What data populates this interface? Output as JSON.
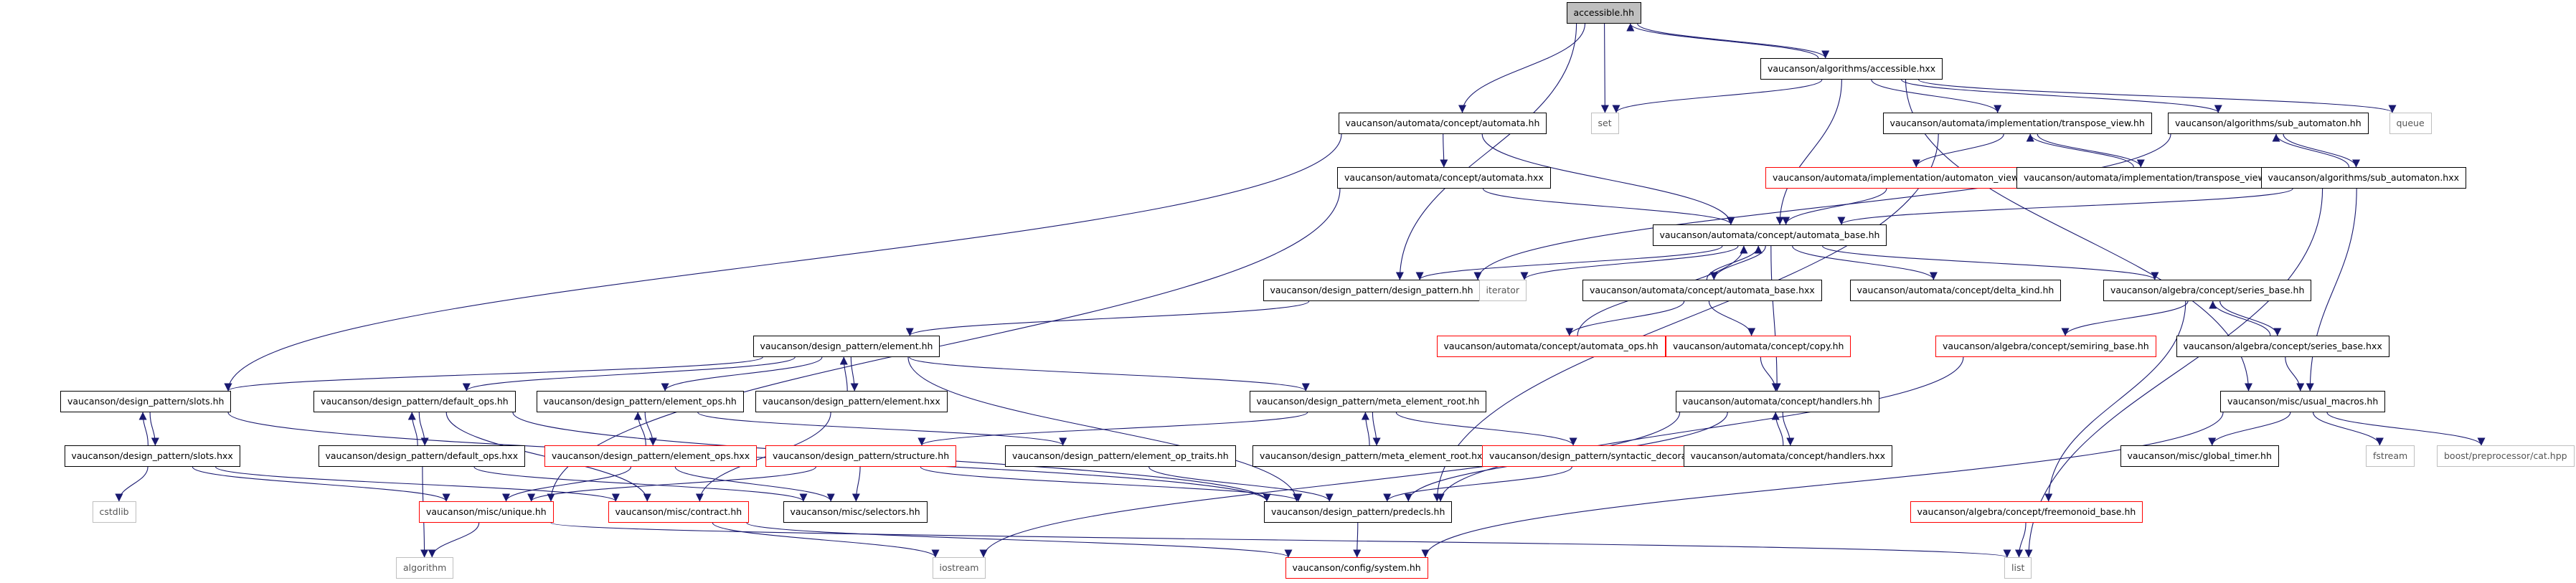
{
  "nodes": [
    {
      "id": "accessible_hh",
      "label": "accessible.hh"
    },
    {
      "id": "alg_accessible_hxx",
      "label": "vaucanson/algorithms/accessible.hxx"
    },
    {
      "id": "concept_automata_hh",
      "label": "vaucanson/automata/concept/automata.hh"
    },
    {
      "id": "set",
      "label": "set"
    },
    {
      "id": "transpose_view_hh",
      "label": "vaucanson/automata/implementation/transpose_view.hh"
    },
    {
      "id": "sub_automaton_hh",
      "label": "vaucanson/algorithms/sub_automaton.hh"
    },
    {
      "id": "queue",
      "label": "queue"
    },
    {
      "id": "concept_automata_hxx",
      "label": "vaucanson/automata/concept/automata.hxx"
    },
    {
      "id": "automaton_view_hh",
      "label": "vaucanson/automata/implementation/automaton_view.hh"
    },
    {
      "id": "transpose_view_hxx",
      "label": "vaucanson/automata/implementation/transpose_view.hxx"
    },
    {
      "id": "sub_automaton_hxx",
      "label": "vaucanson/algorithms/sub_automaton.hxx"
    },
    {
      "id": "automata_base_hh",
      "label": "vaucanson/automata/concept/automata_base.hh"
    },
    {
      "id": "design_pattern_hh",
      "label": "vaucanson/design_pattern/design_pattern.hh"
    },
    {
      "id": "iterator",
      "label": "iterator"
    },
    {
      "id": "automata_base_hxx",
      "label": "vaucanson/automata/concept/automata_base.hxx"
    },
    {
      "id": "delta_kind_hh",
      "label": "vaucanson/automata/concept/delta_kind.hh"
    },
    {
      "id": "series_base_hh",
      "label": "vaucanson/algebra/concept/series_base.hh"
    },
    {
      "id": "element_hh",
      "label": "vaucanson/design_pattern/element.hh"
    },
    {
      "id": "automata_ops_hh",
      "label": "vaucanson/automata/concept/automata_ops.hh"
    },
    {
      "id": "copy_hh",
      "label": "vaucanson/automata/concept/copy.hh"
    },
    {
      "id": "semiring_base_hh",
      "label": "vaucanson/algebra/concept/semiring_base.hh"
    },
    {
      "id": "series_base_hxx",
      "label": "vaucanson/algebra/concept/series_base.hxx"
    },
    {
      "id": "slots_hh",
      "label": "vaucanson/design_pattern/slots.hh"
    },
    {
      "id": "default_ops_hh",
      "label": "vaucanson/design_pattern/default_ops.hh"
    },
    {
      "id": "element_ops_hh",
      "label": "vaucanson/design_pattern/element_ops.hh"
    },
    {
      "id": "element_hxx",
      "label": "vaucanson/design_pattern/element.hxx"
    },
    {
      "id": "meta_element_root_hh",
      "label": "vaucanson/design_pattern/meta_element_root.hh"
    },
    {
      "id": "handlers_hh",
      "label": "vaucanson/automata/concept/handlers.hh"
    },
    {
      "id": "usual_macros_hh",
      "label": "vaucanson/misc/usual_macros.hh"
    },
    {
      "id": "slots_hxx",
      "label": "vaucanson/design_pattern/slots.hxx"
    },
    {
      "id": "default_ops_hxx",
      "label": "vaucanson/design_pattern/default_ops.hxx"
    },
    {
      "id": "element_ops_hxx",
      "label": "vaucanson/design_pattern/element_ops.hxx"
    },
    {
      "id": "structure_hh",
      "label": "vaucanson/design_pattern/structure.hh"
    },
    {
      "id": "element_op_traits_hh",
      "label": "vaucanson/design_pattern/element_op_traits.hh"
    },
    {
      "id": "meta_element_root_hxx",
      "label": "vaucanson/design_pattern/meta_element_root.hxx"
    },
    {
      "id": "syntactic_decorator_hh",
      "label": "vaucanson/design_pattern/syntactic_decorator.hh"
    },
    {
      "id": "handlers_hxx",
      "label": "vaucanson/automata/concept/handlers.hxx"
    },
    {
      "id": "global_timer_hh",
      "label": "vaucanson/misc/global_timer.hh"
    },
    {
      "id": "fstream",
      "label": "fstream"
    },
    {
      "id": "cat_hpp",
      "label": "boost/preprocessor/cat.hpp"
    },
    {
      "id": "cstdlib",
      "label": "cstdlib"
    },
    {
      "id": "unique_hh",
      "label": "vaucanson/misc/unique.hh"
    },
    {
      "id": "contract_hh",
      "label": "vaucanson/misc/contract.hh"
    },
    {
      "id": "selectors_hh",
      "label": "vaucanson/misc/selectors.hh"
    },
    {
      "id": "predecls_hh",
      "label": "vaucanson/design_pattern/predecls.hh"
    },
    {
      "id": "freemonoid_base_hh",
      "label": "vaucanson/algebra/concept/freemonoid_base.hh"
    },
    {
      "id": "algorithm",
      "label": "algorithm"
    },
    {
      "id": "iostream",
      "label": "iostream"
    },
    {
      "id": "system_hh",
      "label": "vaucanson/config/system.hh"
    },
    {
      "id": "list",
      "label": "list"
    }
  ],
  "edges": [
    [
      "accessible_hh",
      "alg_accessible_hxx"
    ],
    [
      "alg_accessible_hxx",
      "accessible_hh"
    ],
    [
      "accessible_hh",
      "concept_automata_hh"
    ],
    [
      "accessible_hh",
      "set"
    ],
    [
      "accessible_hh",
      "design_pattern_hh"
    ],
    [
      "alg_accessible_hxx",
      "set"
    ],
    [
      "alg_accessible_hxx",
      "transpose_view_hh"
    ],
    [
      "alg_accessible_hxx",
      "sub_automaton_hh"
    ],
    [
      "alg_accessible_hxx",
      "queue"
    ],
    [
      "alg_accessible_hxx",
      "automata_base_hh"
    ],
    [
      "alg_accessible_hxx",
      "usual_macros_hh"
    ],
    [
      "concept_automata_hh",
      "concept_automata_hxx"
    ],
    [
      "concept_automata_hh",
      "automata_base_hh"
    ],
    [
      "concept_automata_hh",
      "slots_hh"
    ],
    [
      "concept_automata_hxx",
      "automata_base_hh"
    ],
    [
      "concept_automata_hxx",
      "unique_hh"
    ],
    [
      "transpose_view_hh",
      "automaton_view_hh"
    ],
    [
      "transpose_view_hh",
      "transpose_view_hxx"
    ],
    [
      "transpose_view_hxx",
      "transpose_view_hh"
    ],
    [
      "transpose_view_hh",
      "predecls_hh"
    ],
    [
      "automaton_view_hh",
      "automata_base_hh"
    ],
    [
      "sub_automaton_hh",
      "sub_automaton_hxx"
    ],
    [
      "sub_automaton_hxx",
      "sub_automaton_hh"
    ],
    [
      "sub_automaton_hh",
      "design_pattern_hh"
    ],
    [
      "sub_automaton_hxx",
      "automata_base_hh"
    ],
    [
      "sub_automaton_hxx",
      "usual_macros_hh"
    ],
    [
      "sub_automaton_hxx",
      "list"
    ],
    [
      "automata_base_hh",
      "design_pattern_hh"
    ],
    [
      "automata_base_hh",
      "iterator"
    ],
    [
      "automata_base_hh",
      "automata_base_hxx"
    ],
    [
      "automata_base_hxx",
      "automata_base_hh"
    ],
    [
      "automata_base_hh",
      "delta_kind_hh"
    ],
    [
      "automata_base_hh",
      "series_base_hh"
    ],
    [
      "automata_base_hh",
      "handlers_hh"
    ],
    [
      "automata_ops_hh",
      "automata_base_hh"
    ],
    [
      "automata_base_hxx",
      "automata_ops_hh"
    ],
    [
      "automata_base_hxx",
      "copy_hh"
    ],
    [
      "copy_hh",
      "handlers_hh"
    ],
    [
      "design_pattern_hh",
      "element_hh"
    ],
    [
      "series_base_hh",
      "semiring_base_hh"
    ],
    [
      "series_base_hh",
      "series_base_hxx"
    ],
    [
      "series_base_hxx",
      "series_base_hh"
    ],
    [
      "series_base_hh",
      "freemonoid_base_hh"
    ],
    [
      "series_base_hxx",
      "usual_macros_hh"
    ],
    [
      "semiring_base_hh",
      "predecls_hh"
    ],
    [
      "element_hh",
      "slots_hh"
    ],
    [
      "element_hh",
      "default_ops_hh"
    ],
    [
      "element_hh",
      "element_ops_hh"
    ],
    [
      "element_hh",
      "element_hxx"
    ],
    [
      "element_hxx",
      "element_hh"
    ],
    [
      "element_hh",
      "meta_element_root_hh"
    ],
    [
      "element_hh",
      "predecls_hh"
    ],
    [
      "element_hxx",
      "contract_hh"
    ],
    [
      "slots_hh",
      "slots_hxx"
    ],
    [
      "slots_hxx",
      "slots_hh"
    ],
    [
      "slots_hh",
      "predecls_hh"
    ],
    [
      "slots_hxx",
      "cstdlib"
    ],
    [
      "slots_hxx",
      "unique_hh"
    ],
    [
      "slots_hxx",
      "contract_hh"
    ],
    [
      "default_ops_hh",
      "default_ops_hxx"
    ],
    [
      "default_ops_hxx",
      "default_ops_hh"
    ],
    [
      "default_ops_hh",
      "predecls_hh"
    ],
    [
      "default_ops_hh",
      "contract_hh"
    ],
    [
      "default_ops_hxx",
      "algorithm"
    ],
    [
      "default_ops_hxx",
      "selectors_hh"
    ],
    [
      "element_ops_hh",
      "element_ops_hxx"
    ],
    [
      "element_ops_hxx",
      "element_ops_hh"
    ],
    [
      "element_ops_hh",
      "element_op_traits_hh"
    ],
    [
      "element_ops_hxx",
      "unique_hh"
    ],
    [
      "element_ops_hxx",
      "selectors_hh"
    ],
    [
      "meta_element_root_hh",
      "structure_hh"
    ],
    [
      "meta_element_root_hh",
      "meta_element_root_hxx"
    ],
    [
      "meta_element_root_hxx",
      "meta_element_root_hh"
    ],
    [
      "meta_element_root_hh",
      "syntactic_decorator_hh"
    ],
    [
      "structure_hh",
      "unique_hh"
    ],
    [
      "structure_hh",
      "selectors_hh"
    ],
    [
      "structure_hh",
      "predecls_hh"
    ],
    [
      "syntactic_decorator_hh",
      "predecls_hh"
    ],
    [
      "element_op_traits_hh",
      "predecls_hh"
    ],
    [
      "handlers_hh",
      "predecls_hh"
    ],
    [
      "handlers_hh",
      "handlers_hxx"
    ],
    [
      "handlers_hxx",
      "handlers_hh"
    ],
    [
      "handlers_hh",
      "iostream"
    ],
    [
      "usual_macros_hh",
      "global_timer_hh"
    ],
    [
      "usual_macros_hh",
      "fstream"
    ],
    [
      "usual_macros_hh",
      "cat_hpp"
    ],
    [
      "usual_macros_hh",
      "system_hh"
    ],
    [
      "unique_hh",
      "algorithm"
    ],
    [
      "unique_hh",
      "list"
    ],
    [
      "contract_hh",
      "iostream"
    ],
    [
      "contract_hh",
      "system_hh"
    ],
    [
      "predecls_hh",
      "system_hh"
    ],
    [
      "freemonoid_base_hh",
      "list"
    ]
  ]
}
